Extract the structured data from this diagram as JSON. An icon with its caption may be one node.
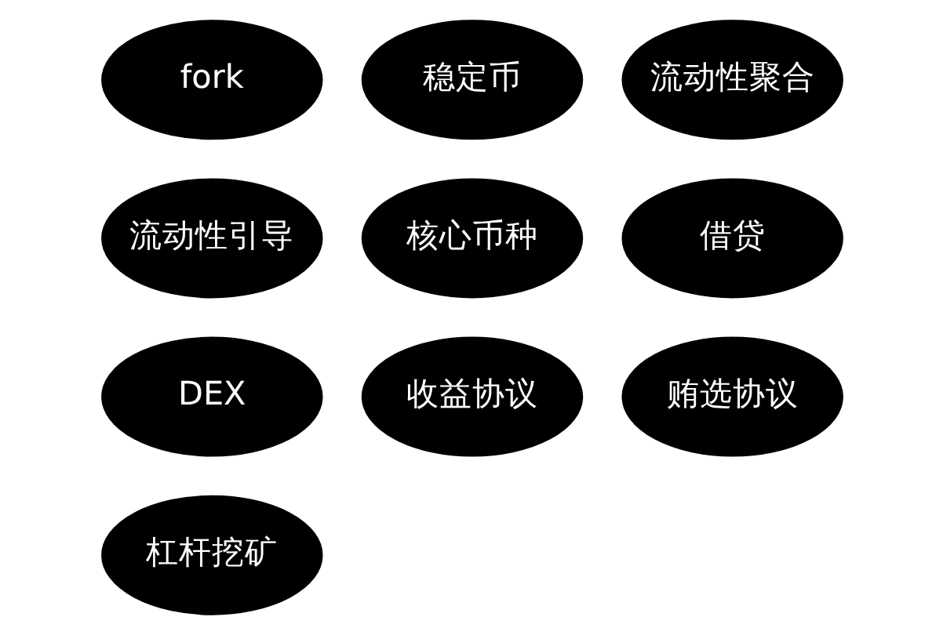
{
  "diagram": {
    "nodes": [
      {
        "text": [
          "fork"
        ]
      },
      {
        "text": [
          "稳定币"
        ]
      },
      {
        "text": [
          "流动性聚合"
        ]
      },
      {
        "text": [
          "流动性引导"
        ]
      },
      {
        "text": [
          "核心币种"
        ]
      },
      {
        "text": [
          "借贷"
        ]
      },
      {
        "text": [
          "DEX"
        ]
      },
      {
        "text": [
          "收益协议"
        ]
      },
      {
        "text": [
          "贿选协议"
        ]
      },
      {
        "text": [
          "杠杆挖矿"
        ]
      }
    ]
  }
}
